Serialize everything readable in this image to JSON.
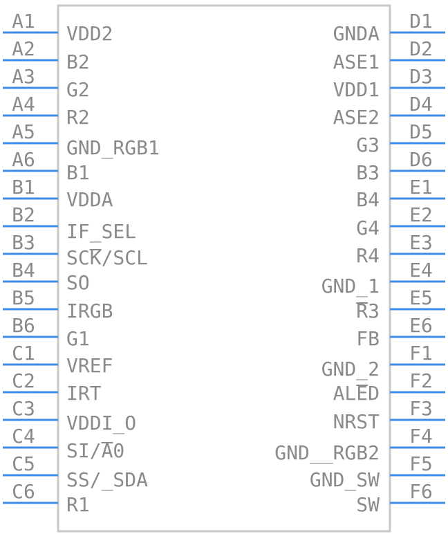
{
  "colors": {
    "pin_line": "#3b8bea",
    "body_outline": "#c8c8c8",
    "text": "#8a8a8a"
  },
  "left_pins": [
    {
      "number": "A1",
      "name": "VDD2"
    },
    {
      "number": "A2",
      "name": "B2"
    },
    {
      "number": "A3",
      "name": "G2"
    },
    {
      "number": "A4",
      "name": "R2"
    },
    {
      "number": "A5",
      "name": "GND_RGB1"
    },
    {
      "number": "A6",
      "name": "B1"
    },
    {
      "number": "B1",
      "name": "VDDA"
    },
    {
      "number": "B2",
      "name": "IF_SEL"
    },
    {
      "number": "B3",
      "name": "SCK/SCL"
    },
    {
      "number": "B4",
      "name": "SO"
    },
    {
      "number": "B5",
      "name": "IRGB"
    },
    {
      "number": "B6",
      "name": "G1"
    },
    {
      "number": "C1",
      "name": "VREF"
    },
    {
      "number": "C2",
      "name": "IRT"
    },
    {
      "number": "C3",
      "name": "VDDI_O"
    },
    {
      "number": "C4",
      "name": "SI/A0"
    },
    {
      "number": "C5",
      "name": "SS/_SDA"
    },
    {
      "number": "C6",
      "name": "R1"
    }
  ],
  "right_pins": [
    {
      "number": "D1",
      "name": "GNDA"
    },
    {
      "number": "D2",
      "name": "ASE1"
    },
    {
      "number": "D3",
      "name": "VDD1"
    },
    {
      "number": "D4",
      "name": "ASE2"
    },
    {
      "number": "D5",
      "name": "G3"
    },
    {
      "number": "D6",
      "name": "B3"
    },
    {
      "number": "E1",
      "name": "B4"
    },
    {
      "number": "E2",
      "name": "G4"
    },
    {
      "number": "E3",
      "name": "R4"
    },
    {
      "number": "E4",
      "name": "GND_1"
    },
    {
      "number": "E5",
      "name": "R3"
    },
    {
      "number": "E6",
      "name": "FB"
    },
    {
      "number": "F1",
      "name": "GND_2"
    },
    {
      "number": "F2",
      "name": "ALED"
    },
    {
      "number": "F3",
      "name": "NRST"
    },
    {
      "number": "F4",
      "name": "GND__RGB2"
    },
    {
      "number": "F5",
      "name": "GND_SW"
    },
    {
      "number": "F6",
      "name": "SW"
    }
  ]
}
